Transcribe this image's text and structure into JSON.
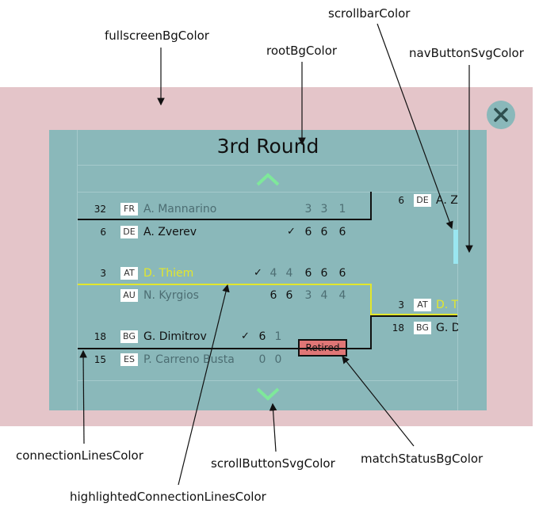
{
  "annotations": {
    "fullscreen_bg": "fullscreenBgColor",
    "root_bg": "rootBgColor",
    "scrollbar": "scrollbarColor",
    "nav_button_svg": "navButtonSvgColor",
    "connection_lines": "connectionLinesColor",
    "scroll_button_svg": "scrollButtonSvgColor",
    "match_status_bg": "matchStatusBgColor",
    "highlighted_connection_lines": "highlightedConnectionLinesColor"
  },
  "round_title": "3rd Round",
  "matches": [
    {
      "players": [
        {
          "seed": "32",
          "flag": "FR",
          "name": "A. Mannarino",
          "mark": "",
          "scores": [
            "3",
            "3",
            "1"
          ],
          "state": "loser"
        },
        {
          "seed": "6",
          "flag": "DE",
          "name": "A. Zverev",
          "mark": "✓",
          "scores": [
            "6",
            "6",
            "6"
          ],
          "state": "winner"
        }
      ]
    },
    {
      "players": [
        {
          "seed": "3",
          "flag": "AT",
          "name": "D. Thiem",
          "mark": "✓",
          "scores": [
            "4",
            "4",
            "6",
            "6",
            "6"
          ],
          "state": "highlighted"
        },
        {
          "seed": "",
          "flag": "AU",
          "name": "N. Kyrgios",
          "mark": "",
          "scores": [
            "6",
            "6",
            "3",
            "4",
            "4"
          ],
          "state": "loser"
        }
      ]
    },
    {
      "players": [
        {
          "seed": "18",
          "flag": "BG",
          "name": "G. Dimitrov",
          "mark": "✓",
          "scores": [
            "6",
            "1"
          ],
          "state": "winner"
        },
        {
          "seed": "15",
          "flag": "ES",
          "name": "P. Carreno Busta",
          "mark": "",
          "scores": [
            "0",
            "0"
          ],
          "state": "loser"
        }
      ],
      "status": "Retired"
    }
  ],
  "next_round": [
    {
      "seed": "6",
      "flag": "DE",
      "name": "A. Z"
    },
    {
      "seed": "3",
      "flag": "AT",
      "name": "D. T"
    },
    {
      "seed": "18",
      "flag": "BG",
      "name": "G. D"
    }
  ],
  "colors": {
    "fullscreen_bg": "#e4c5c9",
    "root_bg": "#8ab8ba",
    "scrollbar": "#9ae6f0",
    "nav_button_svg": "#c0565e",
    "close_button_svg": "#2f4f4f",
    "connection_lines": "#111111",
    "highlighted_connection_lines": "#e3e72b",
    "scroll_button_svg": "#7ee89a",
    "match_status_bg": "#e07676"
  },
  "icons": {
    "close": "close-icon",
    "nav_left": "chevron-left-icon",
    "nav_right": "chevron-right-icon",
    "scroll_up": "chevron-up-icon",
    "scroll_down": "chevron-down-icon"
  }
}
